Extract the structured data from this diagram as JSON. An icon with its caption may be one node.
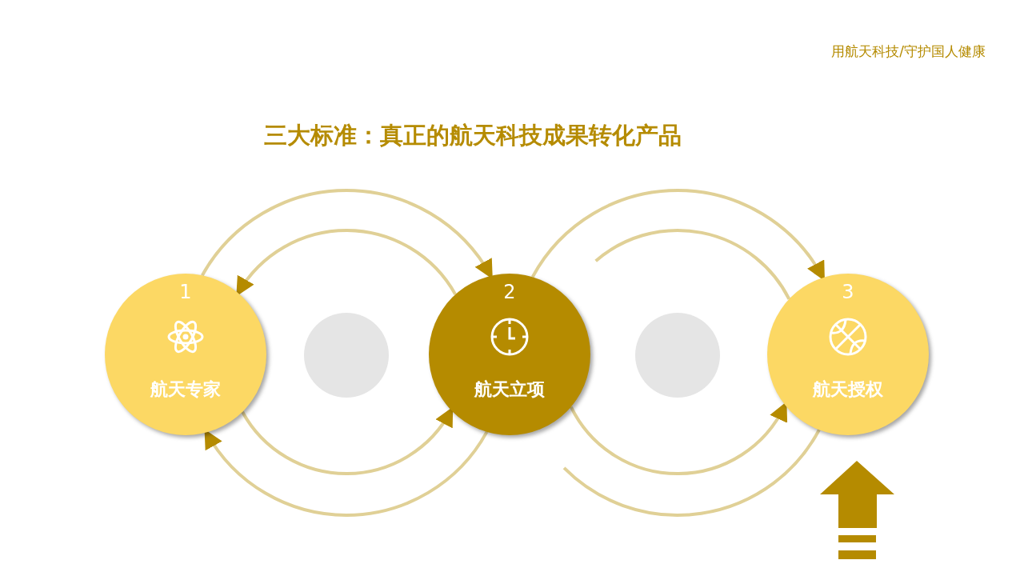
{
  "diagram": {
    "title": "三大标准：真正的航天科技成果转化产品",
    "nodes": [
      {
        "text": [
          "1",
          "航天专家"
        ]
      },
      {
        "text": [],
        "shape": "circle"
      },
      {
        "text": [
          "2",
          "航天立项"
        ]
      },
      {
        "text": [],
        "shape": "circle"
      },
      {
        "text": [
          "3",
          "航天授权"
        ]
      }
    ],
    "edges": [
      {
        "from": 0,
        "to": 2,
        "arrow": "to"
      },
      {
        "from": 2,
        "to": 0,
        "arrow": "to"
      },
      {
        "from": 0,
        "to": 2,
        "arrow": "to"
      },
      {
        "from": 2,
        "to": 0,
        "arrow": "to"
      },
      {
        "from": 2,
        "to": 4,
        "arrow": "to"
      },
      {
        "from": null,
        "to": 4,
        "arrow": "none"
      },
      {
        "from": 2,
        "to": 4,
        "arrow": "to"
      },
      {
        "from": null,
        "to": 4,
        "arrow": "none"
      }
    ],
    "labels": [
      "用航天科技/守护国人健康"
    ]
  }
}
